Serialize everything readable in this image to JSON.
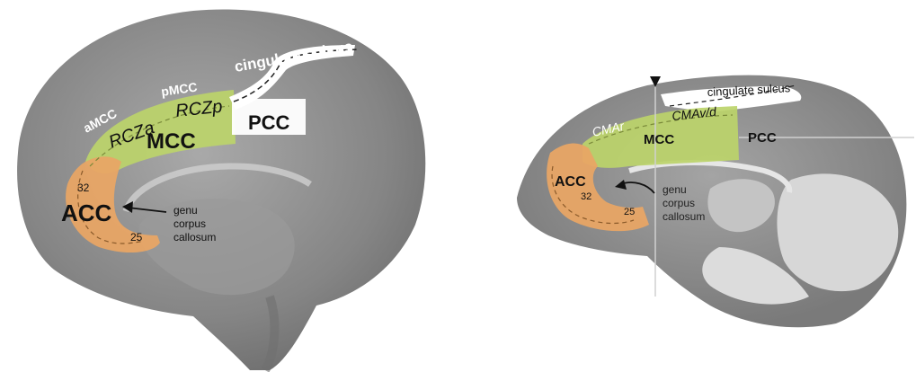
{
  "left_panel": {
    "labels": {
      "cingulate_sulcus": "cingulate sulcus",
      "amcc": "aMCC",
      "pmcc": "pMCC",
      "rcza": "RCZa",
      "rczp": "RCZp",
      "mcc": "MCC",
      "pcc": "PCC",
      "acc": "ACC",
      "area32": "32",
      "area25": "25",
      "genu_line1": "genu",
      "genu_line2": "corpus",
      "genu_line3": "callosum"
    }
  },
  "right_panel": {
    "labels": {
      "cingulate_sulcus": "cingulate sulcus",
      "cmar": "CMAr",
      "cmavd": "CMAv/d",
      "mcc": "MCC",
      "pcc": "PCC",
      "acc": "ACC",
      "area32": "32",
      "area25": "25",
      "genu_line1": "genu",
      "genu_line2": "corpus",
      "genu_line3": "callosum"
    }
  },
  "colors": {
    "acc_region": "#e8a565",
    "mcc_region": "#bcd46a",
    "brain_gray": "#8a8a8a",
    "label_white": "#ffffff",
    "label_dark": "#111111"
  }
}
